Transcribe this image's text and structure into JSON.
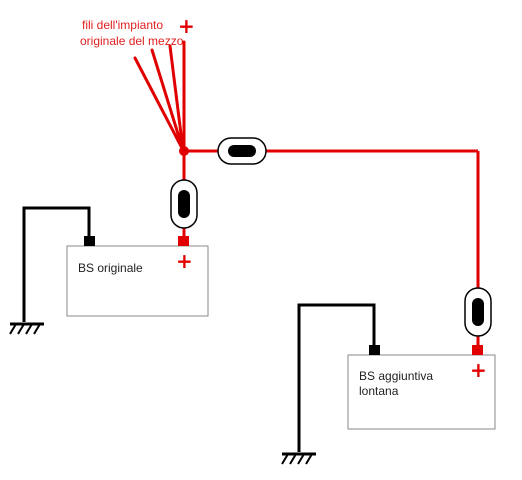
{
  "labels": {
    "wires_line1": "fili dell'impianto",
    "wires_line2": "originale del mezzo",
    "battery1": "BS originale",
    "battery2_line1": "BS aggiuntiva",
    "battery2_line2": "lontana",
    "plus": "+"
  },
  "colors": {
    "wire_red": "#e00000",
    "wire_black": "#000000",
    "terminal_negative": "#000000",
    "terminal_positive": "#e00000",
    "battery_border": "#888888",
    "label_red": "#e02020"
  },
  "icons": {
    "fuse": "fuse-icon",
    "ground": "ground-icon",
    "battery": "battery-icon"
  }
}
